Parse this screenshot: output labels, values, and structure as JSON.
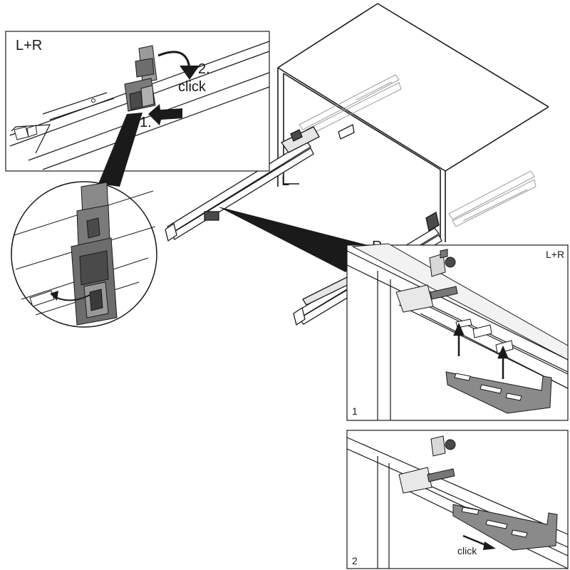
{
  "panels": {
    "top_left": {
      "tag": "L+R",
      "step1": "1.",
      "step2": "2.",
      "action": "click"
    },
    "main": {
      "left_runner": "L",
      "right_runner": "R"
    },
    "right_top": {
      "tag": "L+R",
      "number": "1"
    },
    "right_bottom": {
      "number": "2",
      "action": "click"
    }
  },
  "colors": {
    "line": "#1a1a1a",
    "part_gray": "#777777",
    "part_dark": "#4a4a4a",
    "background": "#ffffff"
  }
}
